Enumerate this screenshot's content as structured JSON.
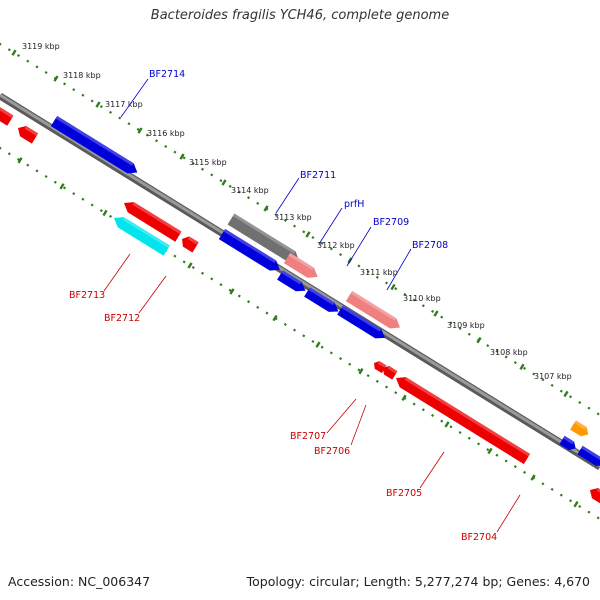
{
  "title": "Bacteroides fragilis YCH46, complete genome",
  "footer": {
    "accession": "Accession: NC_006347",
    "topology": "Topology: circular; Length: 5,277,274 bp; Genes: 4,670"
  },
  "colors": {
    "backbone": "#808080",
    "tick": "#2e7d1a",
    "forward_label": "#0000cc",
    "reverse_label": "#cc0000",
    "blue_gene": "#0000dd",
    "red_gene": "#ee0000",
    "pink_gene": "#f08080",
    "gray_gene": "#707070",
    "cyan_gene": "#00e5ee",
    "orange_gene": "#ff9900"
  },
  "kbp_labels": [
    "3119 kbp",
    "3118 kbp",
    "3117 kbp",
    "3116 kbp",
    "3115 kbp",
    "3114 kbp",
    "3113 kbp",
    "3112 kbp",
    "3111 kbp",
    "3110 kbp",
    "3109 kbp",
    "3108 kbp",
    "3107 kbp"
  ],
  "forward_genes": [
    "BF2714",
    "BF2711",
    "prfH",
    "BF2709",
    "BF2708"
  ],
  "reverse_genes": [
    "BF2713",
    "BF2712",
    "BF2707",
    "BF2706",
    "BF2705",
    "BF2704"
  ]
}
